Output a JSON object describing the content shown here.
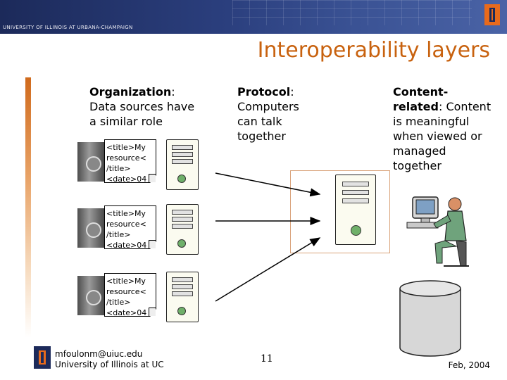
{
  "header": {
    "banner_text": "UNIVERSITY OF ILLINOIS AT URBANA-CHAMPAIGN",
    "logo": "illinois-block-i-icon"
  },
  "title": "Interoperability layers",
  "columns": {
    "organization": {
      "term": "Organization",
      "rest": ": Data sources have a similar role"
    },
    "protocol": {
      "term": "Protocol",
      "rest": ": Computers can talk together"
    },
    "content": {
      "term": "Content-related",
      "rest": ": Content is meaningful when viewed  or managed together"
    }
  },
  "documents": [
    {
      "line1": "<title>My",
      "line2": "resource<",
      "line3": "/title>",
      "line4": "<date>04"
    },
    {
      "line1": "<title>My",
      "line2": "resource<",
      "line3": "/title>",
      "line4": "<date>04"
    },
    {
      "line1": "<title>My",
      "line2": "resource<",
      "line3": "/title>",
      "line4": "<date>04"
    }
  ],
  "icons": {
    "computer": "desktop-computer-icon",
    "person": "person-at-computer-icon",
    "database": "database-cylinder-icon"
  },
  "footer": {
    "email": "mfoulonm@uiuc.edu",
    "institution": "University of Illinois at UC",
    "page": "11",
    "date": "Feb, 2004"
  },
  "colors": {
    "title": "#c8620f",
    "banner": "#2b3f7e",
    "accent": "#e86a1c"
  }
}
